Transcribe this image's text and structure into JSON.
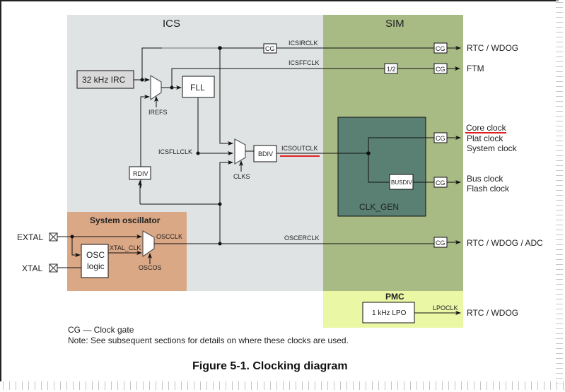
{
  "regions": {
    "ics": "ICS",
    "sim": "SIM",
    "system_oscillator": "System oscillator",
    "pmc": "PMC",
    "clk_gen": "CLK_GEN"
  },
  "blocks": {
    "irc": "32 kHz IRC",
    "fll": "FLL",
    "rdiv": "RDIV",
    "bdiv": "BDIV",
    "busdiv": "BUSDIV",
    "osc_logic_1": "OSC",
    "osc_logic_2": "logic",
    "lpo": "1 kHz LPO",
    "half": "1/2",
    "cg": "CG"
  },
  "signals": {
    "icsirclk": "ICSIRCLK",
    "icsffclk": "ICSFFCLK",
    "icsfllclk": "ICSFLLCLK",
    "icsoutclk": "ICSOUTCLK",
    "oscerclk": "OSCERCLK",
    "oscclk": "OSCCLK",
    "xtal_clk": "XTAL_CLK",
    "lpoclk": "LPOCLK",
    "irefs": "IREFS",
    "clks": "CLKS",
    "oscos": "OSCOS"
  },
  "pins": {
    "extal": "EXTAL",
    "xtal": "XTAL"
  },
  "outputs": {
    "rtc_wdog_1": "RTC / WDOG",
    "ftm": "FTM",
    "core_clock": "Core clock",
    "plat_clock": "Plat clock",
    "system_clock": "System clock",
    "bus_clock": "Bus clock",
    "flash_clock": "Flash clock",
    "rtc_wdog_adc": "RTC / WDOG / ADC",
    "rtc_wdog_2": "RTC / WDOG"
  },
  "colors": {
    "ics_bg": "#e0e3e4",
    "sim_bg": "#a9bb85",
    "clk_gen_bg": "#5a8074",
    "osc_bg": "#dba886",
    "pmc_bg": "#eaf7a5",
    "irc_bg": "#d9d9d9",
    "highlight": "#e02020"
  },
  "footnotes": {
    "legend": "CG — Clock gate",
    "note": "Note: See subsequent sections for details on where these clocks are used."
  },
  "caption": "Figure 5-1. Clocking diagram"
}
